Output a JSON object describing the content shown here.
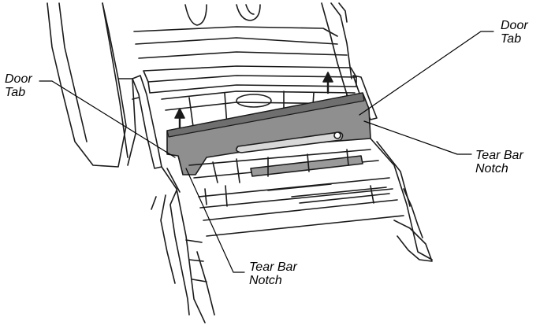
{
  "callouts": {
    "door_tab_left": {
      "line1": "Door",
      "line2": "Tab"
    },
    "door_tab_right": {
      "line1": "Door",
      "line2": "Tab"
    },
    "tear_bar_notch_right": {
      "line1": "Tear Bar",
      "line2": "Notch"
    },
    "tear_bar_notch_left": {
      "line1": "Tear Bar",
      "line2": "Notch"
    }
  },
  "colors": {
    "line": "#1a1a1a",
    "tear_bar_fill": "#8f8f8f",
    "tear_bar_shade": "#6f6f6f",
    "slot_fill": "#9a9a9a",
    "background": "#ffffff"
  }
}
